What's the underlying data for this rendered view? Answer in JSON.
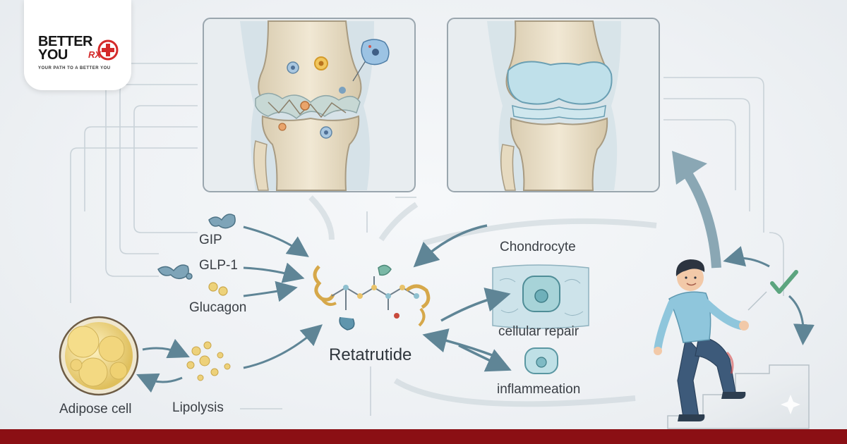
{
  "brand": {
    "name": "BETTER YOU",
    "suffix": "RX",
    "tagline": "YOUR PATH TO A BETTER YOU"
  },
  "labels": {
    "gip": "GIP",
    "glp1": "GLP-1",
    "glucagon": "Glucagon",
    "retatrutide": "Retatrutide",
    "chondrocyte": "Chondrocyte",
    "cellular_repair": "cellular repair",
    "inflammation": "inflammeation",
    "adipose_cell": "Adipose cell",
    "lipolysis": "Lipolysis"
  },
  "colors": {
    "bottom_bar": "#8b0f14",
    "arrow": "#5f8596",
    "bone": "#e9dec8",
    "cartilage_healthy": "#bfe0ea",
    "fat": "#ecd27a",
    "shirt": "#8fc6dc",
    "check": "#5ca57f",
    "brand_red": "#d42a2a"
  }
}
